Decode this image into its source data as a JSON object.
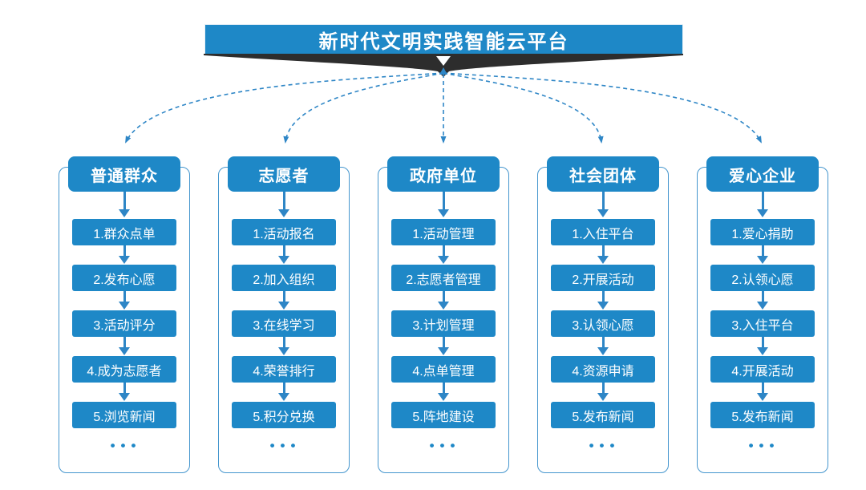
{
  "banner": {
    "title": "新时代文明实践智能云平台"
  },
  "colors": {
    "primary_blue": "#1e88c7",
    "dashed_line_blue": "#2e86c6",
    "container_outline_blue": "#4596ce",
    "swoosh_dark": "#2d2d2d"
  },
  "columns": [
    {
      "title": "普通群众",
      "steps": [
        "1.群众点单",
        "2.发布心愿",
        "3.活动评分",
        "4.成为志愿者",
        "5.浏览新闻"
      ],
      "more": "•••"
    },
    {
      "title": "志愿者",
      "steps": [
        "1.活动报名",
        "2.加入组织",
        "3.在线学习",
        "4.荣誉排行",
        "5.积分兑换"
      ],
      "more": "•••"
    },
    {
      "title": "政府单位",
      "steps": [
        "1.活动管理",
        "2.志愿者管理",
        "3.计划管理",
        "4.点单管理",
        "5.阵地建设"
      ],
      "more": "•••"
    },
    {
      "title": "社会团体",
      "steps": [
        "1.入住平台",
        "2.开展活动",
        "3.认领心愿",
        "4.资源申请",
        "5.发布新闻"
      ],
      "more": "•••"
    },
    {
      "title": "爱心企业",
      "steps": [
        "1.爱心捐助",
        "2.认领心愿",
        "3.入住平台",
        "4.开展活动",
        "5.发布新闻"
      ],
      "more": "•••"
    }
  ]
}
